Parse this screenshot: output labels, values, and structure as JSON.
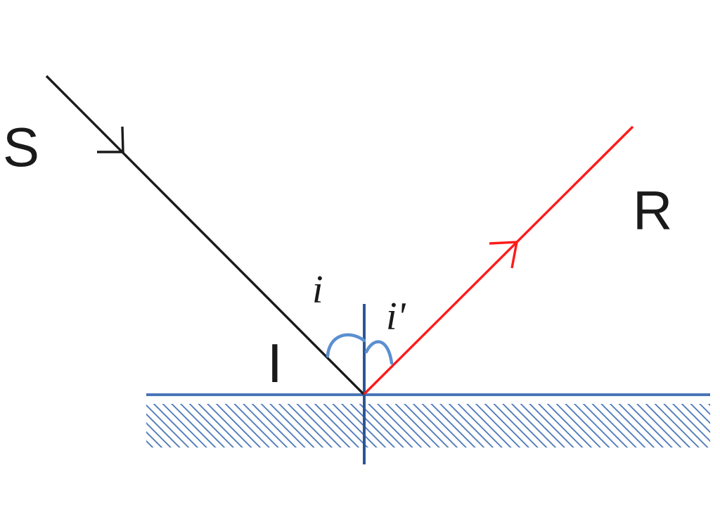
{
  "labels": {
    "source": "S",
    "reflected": "R",
    "incidence_point": "I",
    "angle_incidence": "i",
    "angle_reflection": "i'"
  },
  "colors": {
    "incident_ray": "#1a1a1a",
    "reflected_ray": "#ff1a1a",
    "mirror": "#4a76b8",
    "normal": "#2f5597",
    "angle_arc": "#5b8fd0",
    "angle_text": "#1a1a1a"
  }
}
